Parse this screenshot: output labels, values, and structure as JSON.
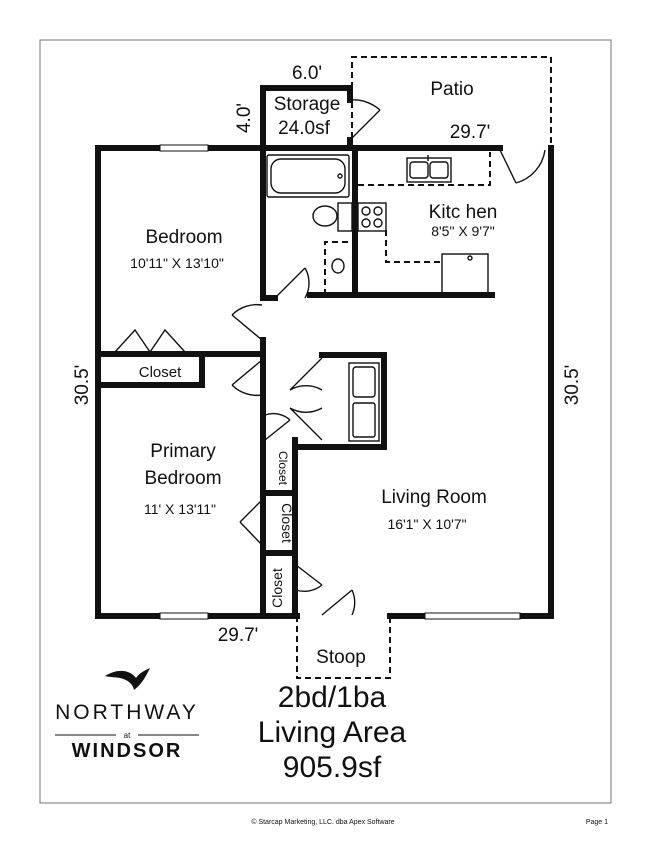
{
  "rooms": {
    "storage": {
      "name": "Storage",
      "area": "24.0sf"
    },
    "patio": {
      "name": "Patio"
    },
    "kitchen": {
      "name": "Kitc hen",
      "dims": "8'5\" X 9'7\""
    },
    "bedroom": {
      "name": "Bedroom",
      "dims": "10'11\" X 13'10\""
    },
    "closet_bed": {
      "name": "Closet"
    },
    "primary": {
      "name_line1": "Primary",
      "name_line2": "Bedroom",
      "dims": "11' X 13'11\""
    },
    "closet_a": {
      "name": "Closet"
    },
    "closet_b": {
      "name": "Closet"
    },
    "closet_c": {
      "name": "Closet"
    },
    "living": {
      "name": "Living Room",
      "dims": "16'1\" X 10'7\""
    },
    "stoop": {
      "name": "Stoop"
    }
  },
  "dimensions": {
    "storage_width": "6.0'",
    "storage_depth": "4.0'",
    "top_width": "29.7'",
    "bottom_width": "29.7'",
    "left_height": "30.5'",
    "right_height": "30.5'"
  },
  "summary": {
    "beds_baths": "2bd/1ba",
    "area_label": "Living Area",
    "area_value": "905.9sf"
  },
  "logo": {
    "top": "NORTHWAY",
    "mid": "at",
    "bottom": "WINDSOR"
  },
  "footer": {
    "copyright": "© Starcap Marketing, LLC. dba Apex Software",
    "page": "Page 1"
  }
}
